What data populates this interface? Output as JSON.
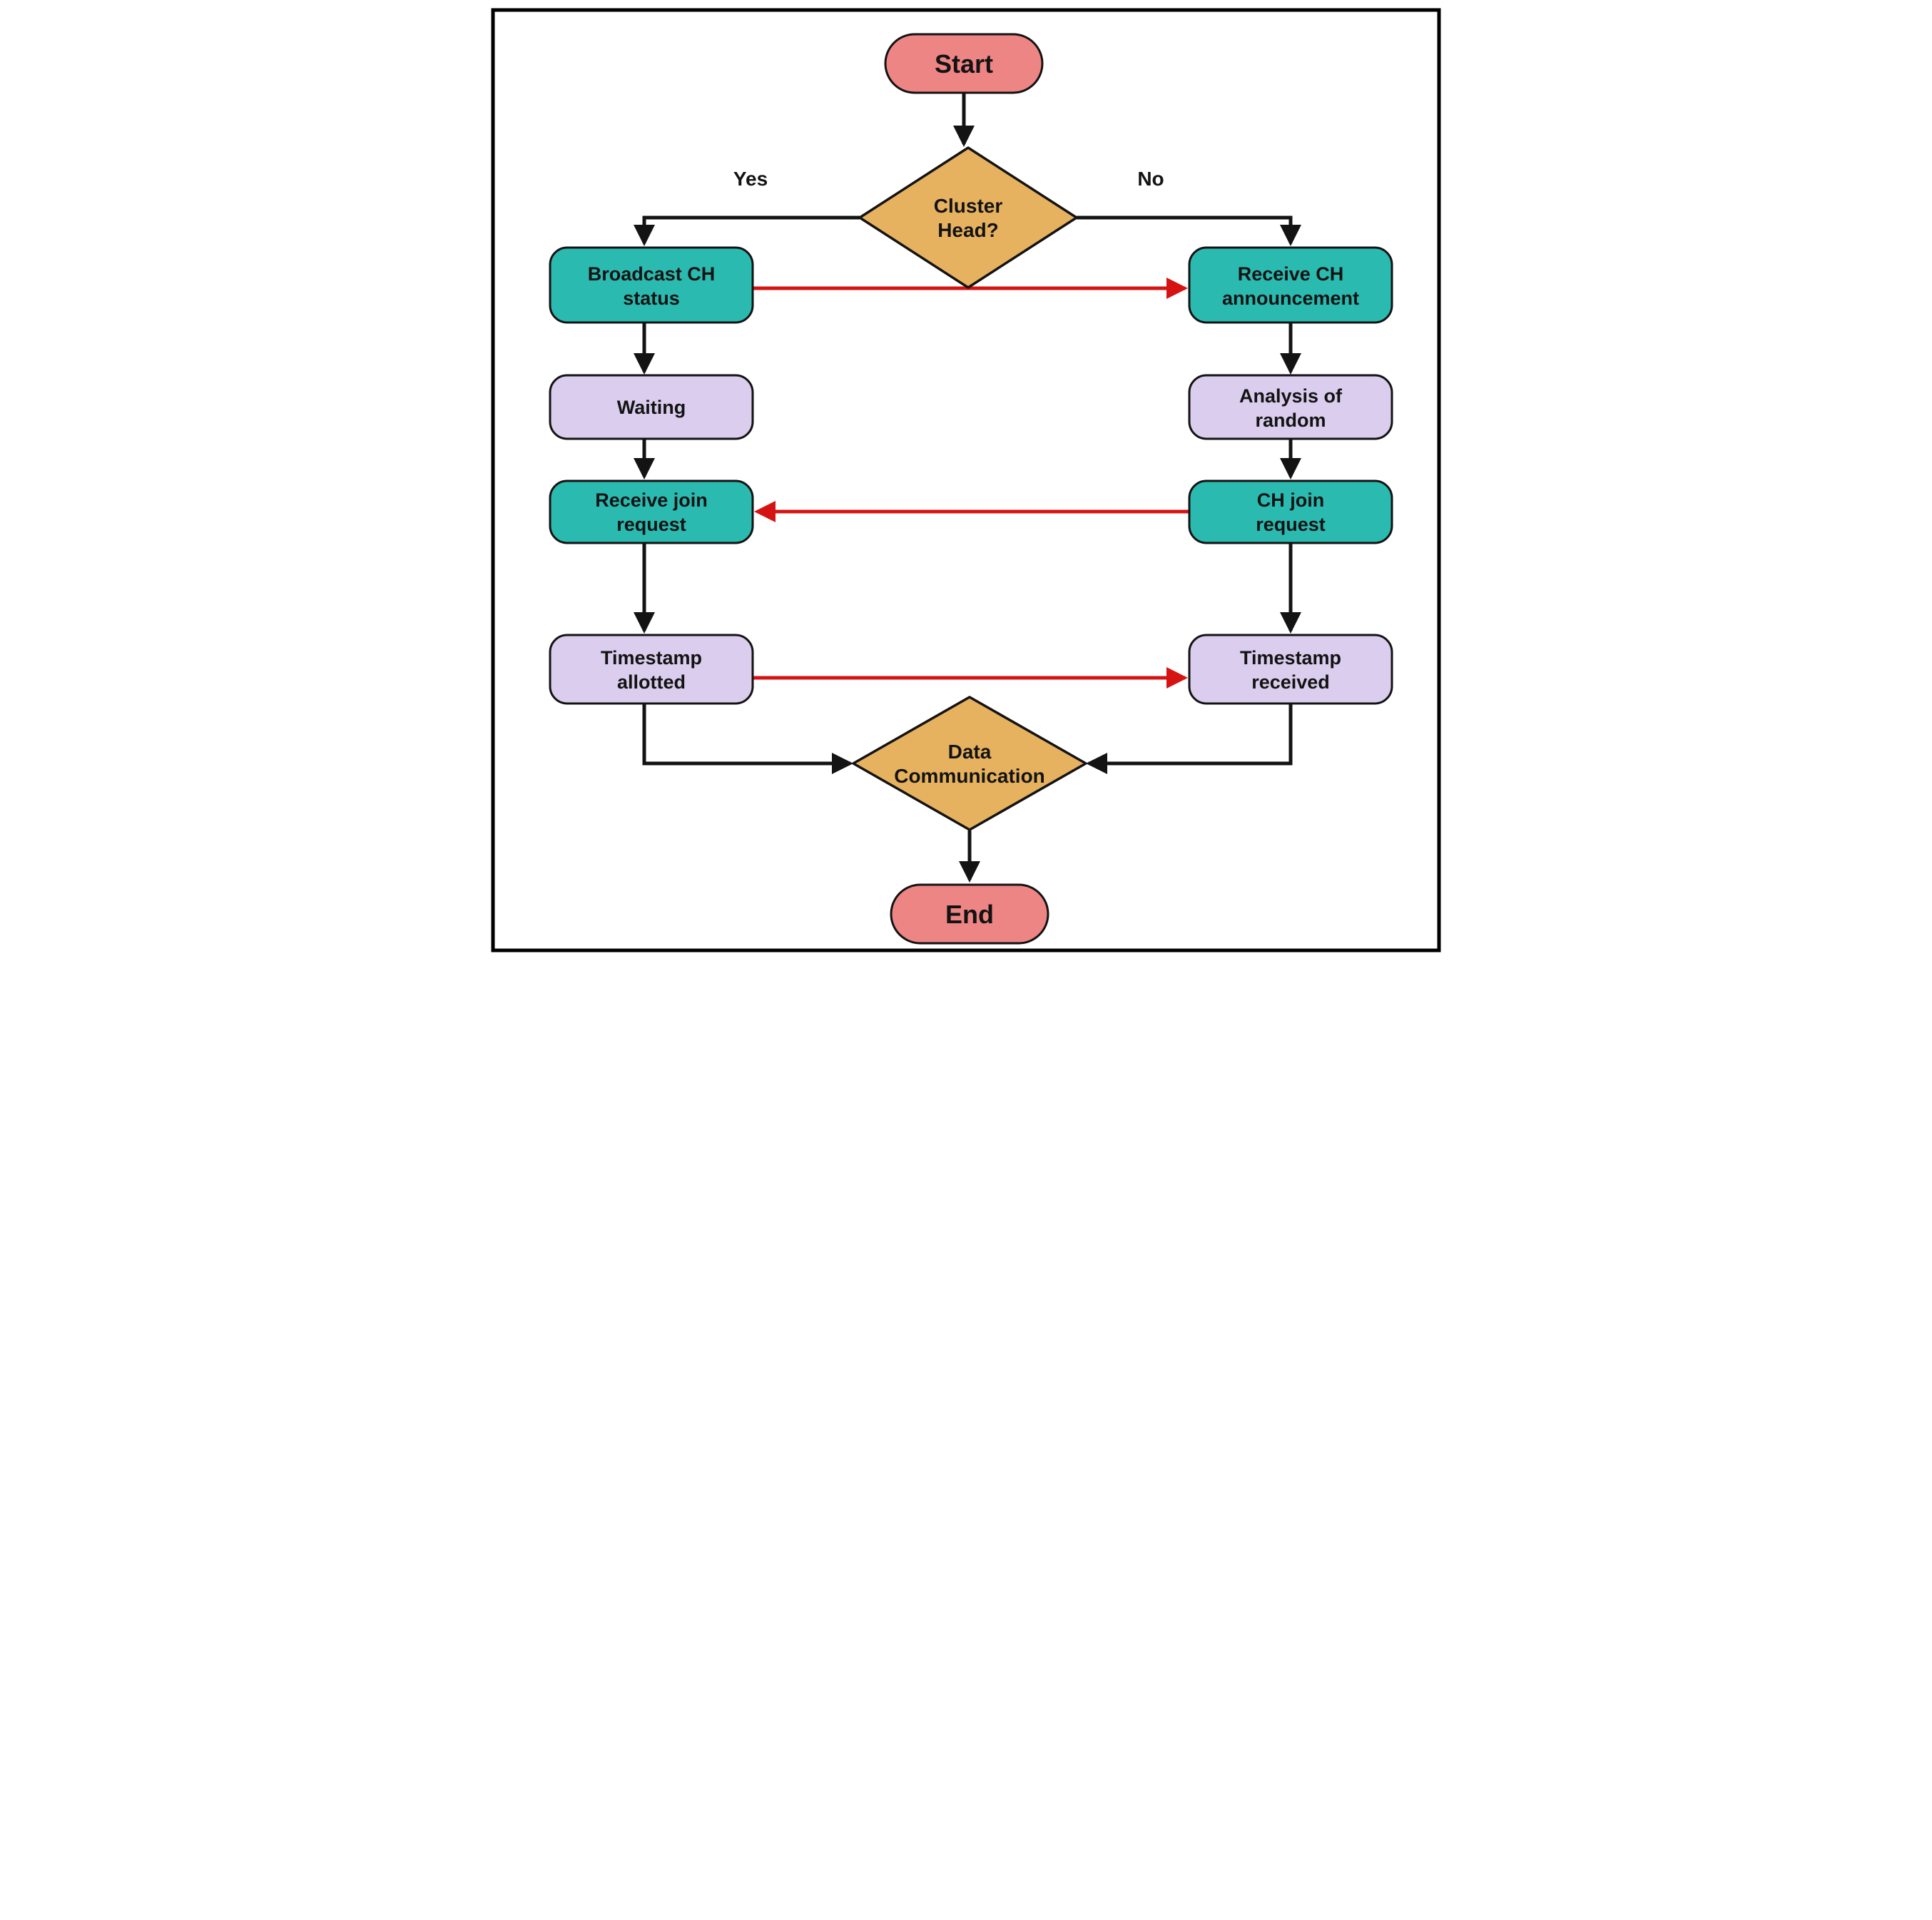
{
  "diagram": {
    "colors": {
      "canvas": "#ffffff",
      "frame": "#000000",
      "terminal": "#ee8585",
      "decision": "#e7b25f",
      "process_teal": "#2bbab0",
      "process_lavender": "#dacded",
      "connector": "#131313",
      "highlight": "#d61313",
      "text": "#131313"
    },
    "nodes": {
      "start": {
        "label": "Start"
      },
      "cluster_head": {
        "line1": "Cluster",
        "line2": "Head?"
      },
      "broadcast_ch": {
        "line1": "Broadcast CH",
        "line2": "status"
      },
      "receive_ch": {
        "line1": "Receive CH",
        "line2": "announcement"
      },
      "waiting": {
        "label": "Waiting"
      },
      "analysis_random": {
        "line1": "Analysis of",
        "line2": "random"
      },
      "receive_join": {
        "line1": "Receive join",
        "line2": "request"
      },
      "ch_join": {
        "line1": "CH join",
        "line2": "request"
      },
      "timestamp_allotted": {
        "line1": "Timestamp",
        "line2": "allotted"
      },
      "timestamp_received": {
        "line1": "Timestamp",
        "line2": "received"
      },
      "data_communication": {
        "line1": "Data",
        "line2": "Communication"
      },
      "end": {
        "label": "End"
      }
    },
    "branch_labels": {
      "yes": "Yes",
      "no": "No"
    },
    "edges": [
      {
        "from": "start",
        "to": "cluster_head",
        "style": "black"
      },
      {
        "from": "cluster_head",
        "to": "broadcast_ch",
        "label": "Yes",
        "style": "black"
      },
      {
        "from": "cluster_head",
        "to": "receive_ch",
        "label": "No",
        "style": "black"
      },
      {
        "from": "broadcast_ch",
        "to": "waiting",
        "style": "black"
      },
      {
        "from": "receive_ch",
        "to": "analysis_random",
        "style": "black"
      },
      {
        "from": "waiting",
        "to": "receive_join",
        "style": "black"
      },
      {
        "from": "analysis_random",
        "to": "ch_join",
        "style": "black"
      },
      {
        "from": "receive_join",
        "to": "timestamp_allotted",
        "style": "black"
      },
      {
        "from": "ch_join",
        "to": "timestamp_received",
        "style": "black"
      },
      {
        "from": "timestamp_allotted",
        "to": "data_communication",
        "style": "black"
      },
      {
        "from": "timestamp_received",
        "to": "data_communication",
        "style": "black"
      },
      {
        "from": "data_communication",
        "to": "end",
        "style": "black"
      },
      {
        "from": "broadcast_ch",
        "to": "receive_ch",
        "style": "red"
      },
      {
        "from": "ch_join",
        "to": "receive_join",
        "style": "red"
      },
      {
        "from": "timestamp_allotted",
        "to": "timestamp_received",
        "style": "red"
      }
    ]
  }
}
